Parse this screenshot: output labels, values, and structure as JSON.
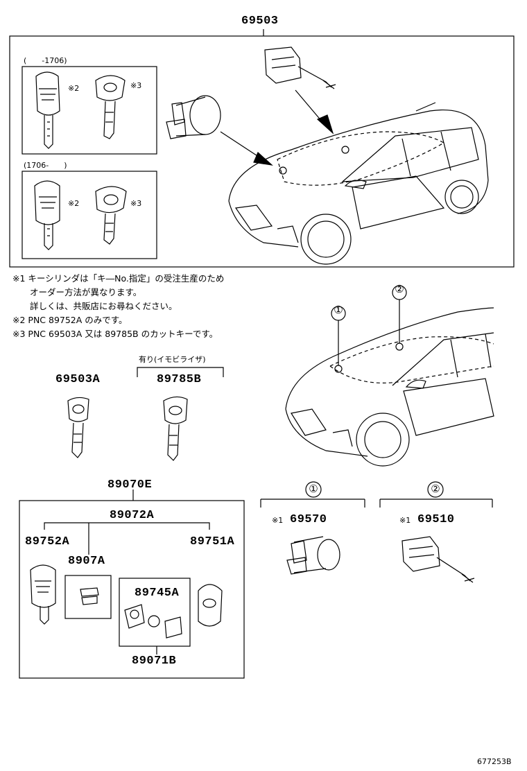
{
  "top_assembly": {
    "part_number": "69503",
    "group_a_label": "(　　-1706)",
    "group_b_label": "(1706-　　)",
    "mark2": "※2",
    "mark3": "※3"
  },
  "notes": [
    "※1 キーシリンダは「キ―No.指定」の受注生産のため",
    "　　オーダー方法が異なります。",
    "　　詳しくは、共販店にお尋ねください。",
    "※2 PNC 89752A のみです。",
    "※3 PNC 69503A 又は 89785B のカットキーです。"
  ],
  "keys": {
    "key1_part": "69503A",
    "key2_part": "89785B",
    "key2_note": "有り(イモビライザ)"
  },
  "transmitter": {
    "outer_part": "89070E",
    "inner_part": "89072A",
    "left_part": "89752A",
    "mid_part": "8907A",
    "right_part": "89751A",
    "kit_part": "89745A",
    "kit_bottom_part": "89071B"
  },
  "cylinders": {
    "left_circle": "①",
    "right_circle": "②",
    "left_mark": "※1",
    "left_part": "69570",
    "right_mark": "※1",
    "right_part": "69510"
  },
  "car_callouts": {
    "c1": "①",
    "c2": "②"
  },
  "drawing_number": "677253B"
}
